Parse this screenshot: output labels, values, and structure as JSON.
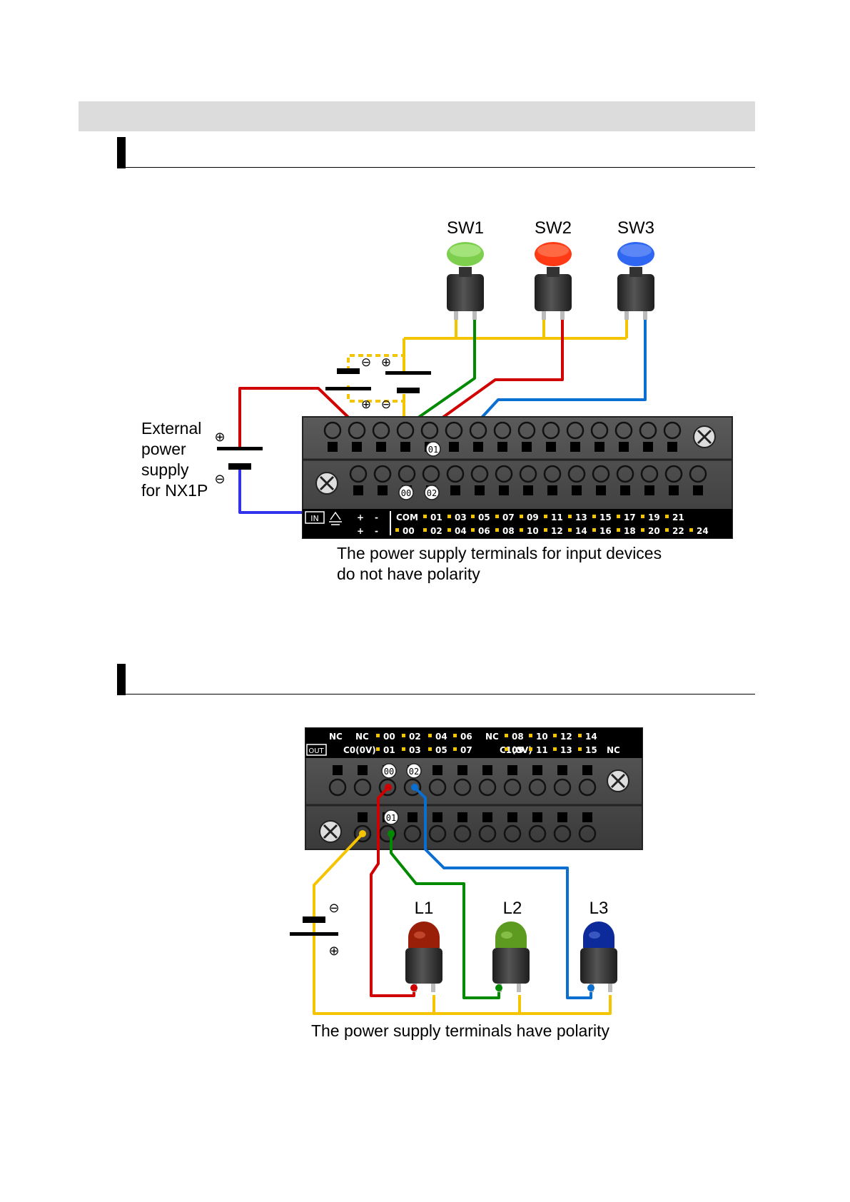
{
  "input_diagram": {
    "switches": [
      "SW1",
      "SW2",
      "SW3"
    ],
    "external_supply_label": [
      "External",
      "power",
      "supply",
      "for NX1P"
    ],
    "polarity_plus": "⊕",
    "polarity_minus": "⊖",
    "block_markers": [
      "01",
      "00",
      "02"
    ],
    "row1_labels": [
      "+",
      "-",
      "COM",
      "01",
      "03",
      "05",
      "07",
      "09",
      "11",
      "13",
      "15",
      "17",
      "19",
      "21"
    ],
    "row2_labels": [
      "+",
      "-",
      "00",
      "02",
      "04",
      "06",
      "08",
      "10",
      "12",
      "14",
      "16",
      "18",
      "20",
      "22",
      "24"
    ],
    "in_badge": "IN",
    "caption": [
      "The power supply terminals for input devices",
      "do not have polarity"
    ]
  },
  "output_diagram": {
    "lamps": [
      "L1",
      "L2",
      "L3"
    ],
    "out_badge": "OUT",
    "block_markers": [
      "00",
      "02",
      "01"
    ],
    "row1_labels": [
      "NC",
      "NC",
      "00",
      "02",
      "04",
      "06",
      "NC",
      "08",
      "10",
      "12",
      "14"
    ],
    "row2_labels": [
      "C0(0V)",
      "01",
      "03",
      "05",
      "07",
      "C1(0V)",
      "09",
      "11",
      "13",
      "15",
      "NC"
    ],
    "polarity_plus": "⊕",
    "polarity_minus": "⊖",
    "caption": "The power supply terminals have polarity"
  },
  "colors": {
    "sw1": "#7fcf4f",
    "sw2": "#ff3a14",
    "sw3": "#2f66f2",
    "l1": "#9a1f08",
    "l2": "#5c9a20",
    "l3": "#0c2a9a",
    "wire_yellow": "#f5c400",
    "wire_red": "#d10000",
    "wire_green": "#008a00",
    "wire_blue": "#0a6fd0",
    "wire_indigo": "#3333ee",
    "terminal_block": "#454545"
  }
}
